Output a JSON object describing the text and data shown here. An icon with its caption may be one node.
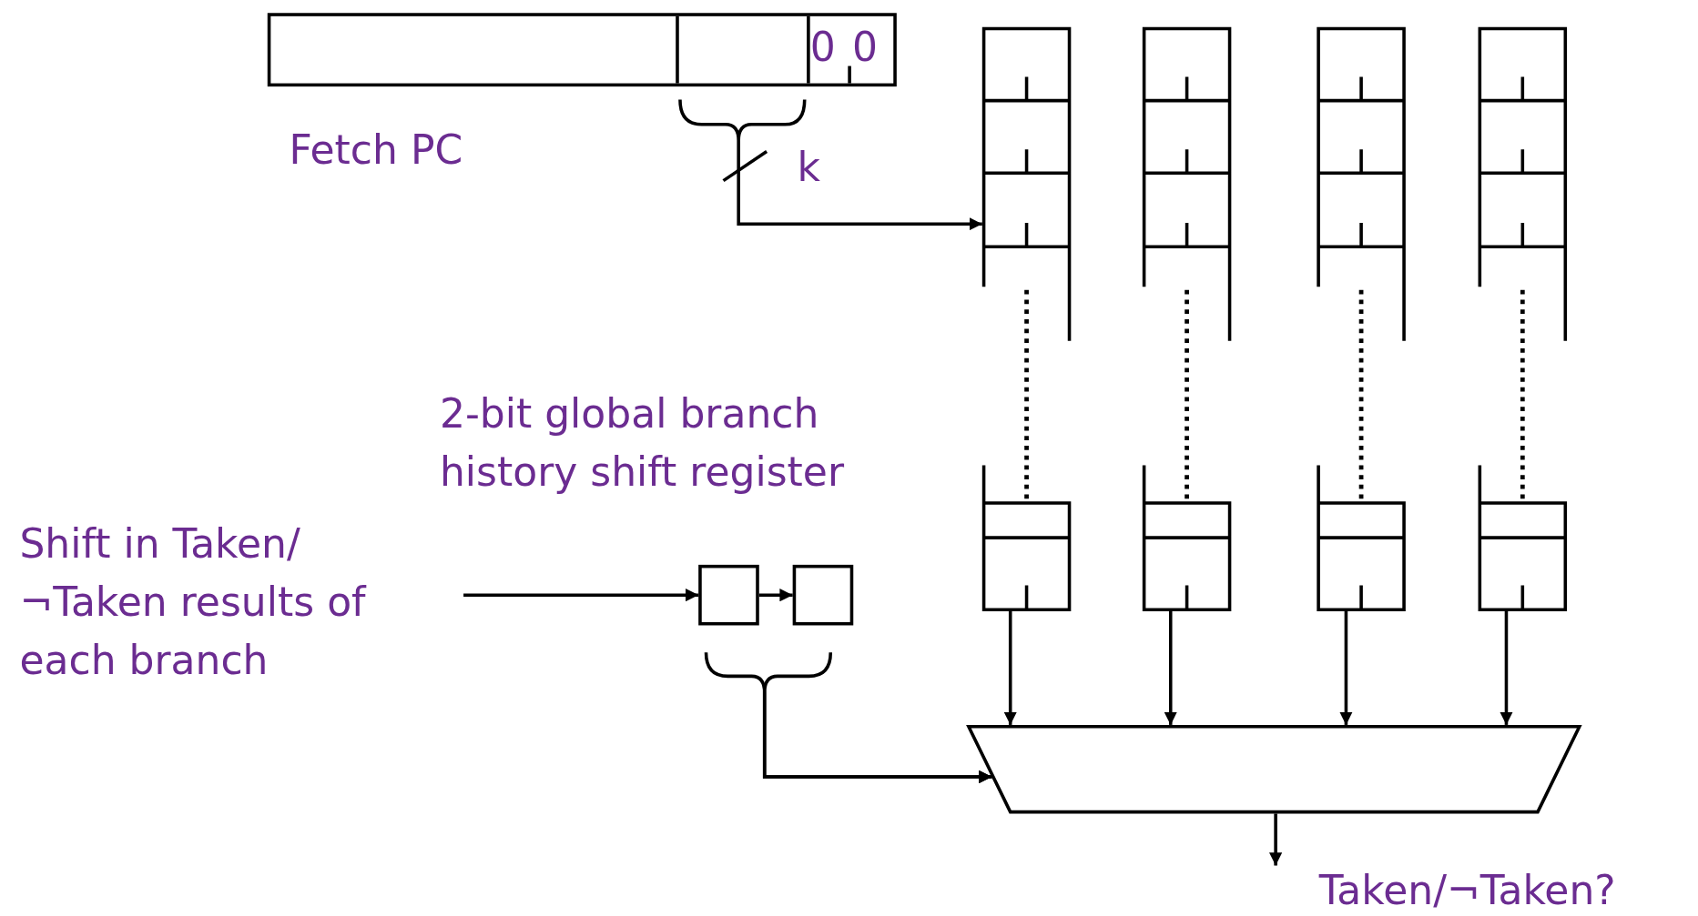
{
  "diagram": {
    "nodes": [
      {
        "text": [
          "Fetch PC"
        ]
      },
      {
        "text": [
          "0",
          "0"
        ],
        "in": 0
      },
      {
        "text": [],
        "shape": "box",
        "in": 0
      },
      {
        "text": [],
        "shape": "table"
      },
      {
        "text": [],
        "shape": "table"
      },
      {
        "text": [],
        "shape": "table"
      },
      {
        "text": [],
        "shape": "table"
      },
      {
        "text": [
          "Shift in Taken/ ¬Taken results of each branch"
        ]
      },
      {
        "text": [],
        "shape": "box"
      },
      {
        "text": [],
        "shape": "box"
      },
      {
        "text": [],
        "shape": "trapezoid"
      },
      {
        "text": [
          "Taken/¬Taken?"
        ]
      }
    ],
    "edges": [
      {
        "from": 2,
        "to": 3,
        "arrow": "to",
        "label": "k"
      },
      {
        "from": 7,
        "to": 8,
        "arrow": "to"
      },
      {
        "from": 8,
        "to": 9,
        "arrow": "to"
      },
      {
        "from": 3,
        "to": 10,
        "arrow": "to"
      },
      {
        "from": 4,
        "to": 10,
        "arrow": "to"
      },
      {
        "from": 5,
        "to": 10,
        "arrow": "to"
      },
      {
        "from": 6,
        "to": 10,
        "arrow": "to"
      },
      {
        "from": 8,
        "to": 10,
        "arrow": "to"
      },
      {
        "from": 9,
        "to": 10,
        "arrow": "to"
      },
      {
        "from": 10,
        "to": 11,
        "arrow": "to"
      }
    ],
    "labels": [
      "2-bit global branch history shift register"
    ]
  }
}
